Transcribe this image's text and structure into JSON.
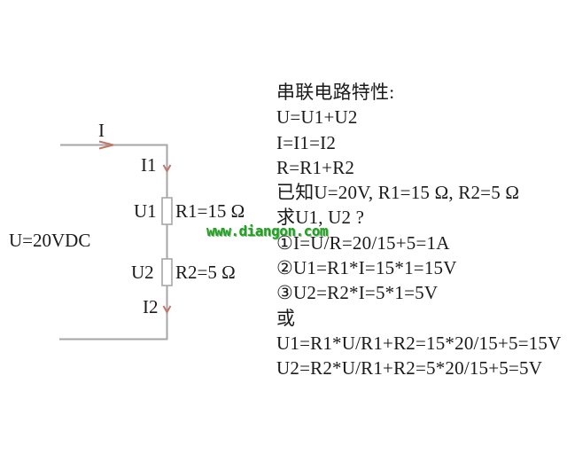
{
  "page": {
    "background": "#ffffff",
    "text_color": "#1a1a1a"
  },
  "circuit": {
    "source_label": "U=20VDC",
    "main_current_label": "I",
    "current1_label": "I1",
    "current2_label": "I2",
    "voltage1_label": "U1",
    "voltage2_label": "U2",
    "resistor1_label": "R1=15 Ω",
    "resistor2_label": "R2=5 Ω",
    "wire_color": "#a6a6a6",
    "resistor_fill": "#ffffff",
    "arrow_color": "#c0766b"
  },
  "watermark": {
    "text": "www.diangon.com",
    "color": "#21a121"
  },
  "notes": {
    "lines": [
      "串联电路特性:",
      "U=U1+U2",
      "I=I1=I2",
      "R=R1+R2",
      "已知U=20V, R1=15 Ω, R2=5 Ω",
      "求U1, U2 ?",
      "①I=U/R=20/15+5=1A",
      "②U1=R1*I=15*1=15V",
      "③U2=R2*I=5*1=5V",
      "或",
      "U1=R1*U/R1+R2=15*20/15+5=15V",
      "U2=R2*U/R1+R2=5*20/15+5=5V"
    ]
  }
}
